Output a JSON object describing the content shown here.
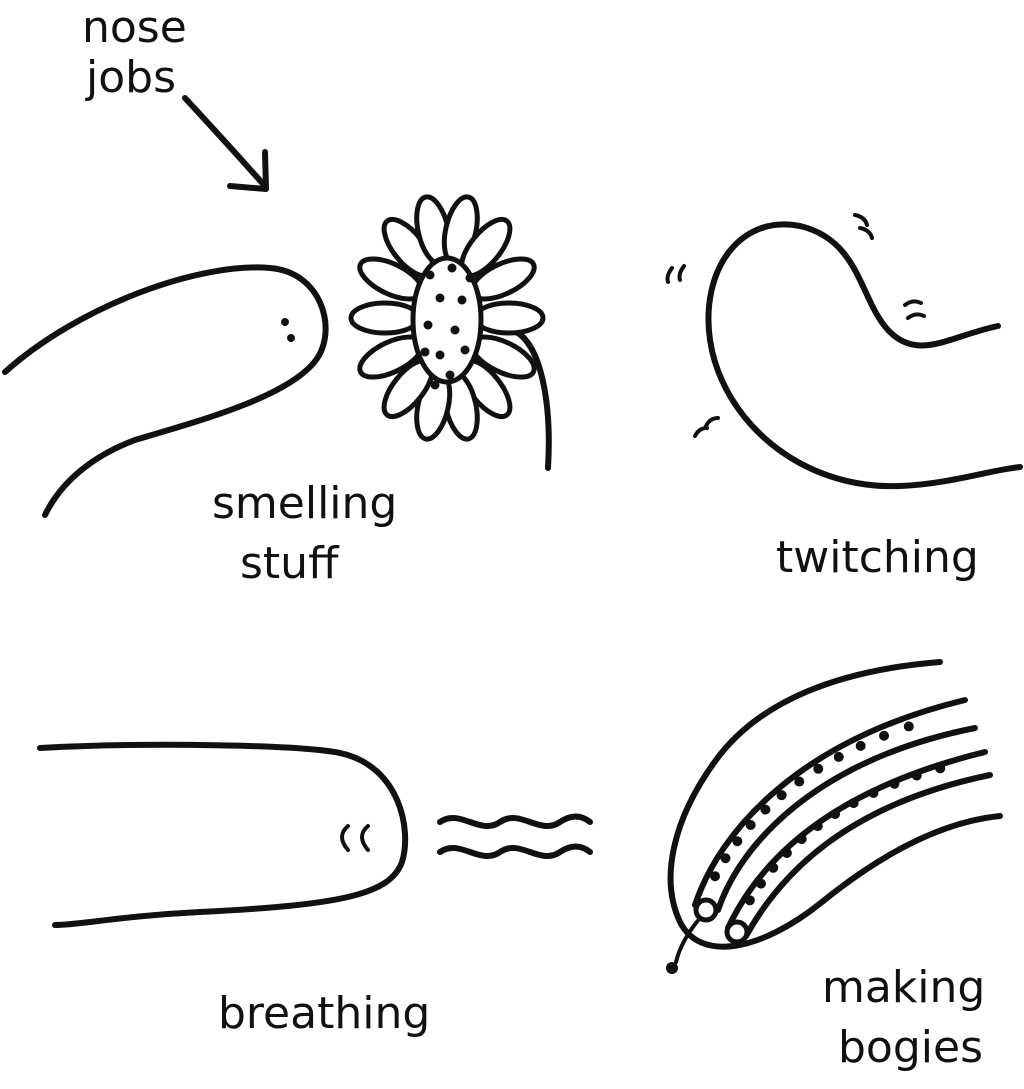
{
  "labels": {
    "nose_jobs_1": "nose",
    "nose_jobs_2": "jobs",
    "smelling_1": "smelling",
    "smelling_2": "stuff",
    "twitching": "twitching",
    "breathing": "breathing",
    "bogies_1": "making",
    "bogies_2": "bogies"
  }
}
